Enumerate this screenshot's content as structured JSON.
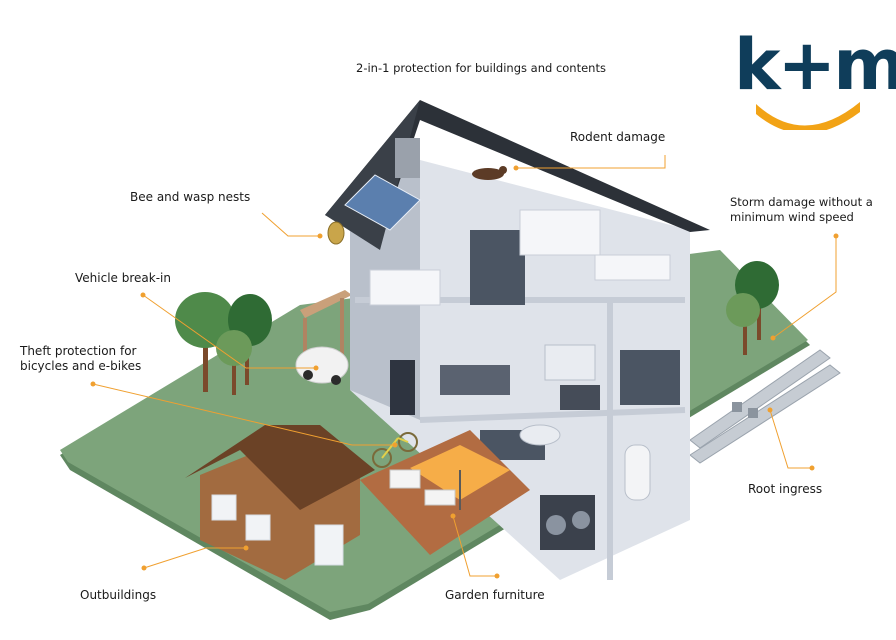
{
  "headline": "2-in-1 protection for buildings and contents",
  "logo": {
    "text": "k+m",
    "color_text": "#0f3d5a",
    "color_swoosh": "#f2a316"
  },
  "callouts": {
    "rodent": "Rodent damage",
    "bee": "Bee and wasp nests",
    "storm": [
      "Storm damage without a",
      "minimum wind speed"
    ],
    "vehicle": "Vehicle break-in",
    "theft": [
      "Theft protection for",
      "bicycles and e-bikes"
    ],
    "root": "Root ingress",
    "outbuildings": "Outbuildings",
    "garden": "Garden furniture"
  },
  "colors": {
    "callout_line": "#f0a030",
    "lawn": "#7da47b",
    "roof": "#2c3138",
    "walls": "#e7eaf0",
    "outbuilding": "#a26b40",
    "deck": "#b26c42",
    "umbrella": "#f6ad48"
  }
}
